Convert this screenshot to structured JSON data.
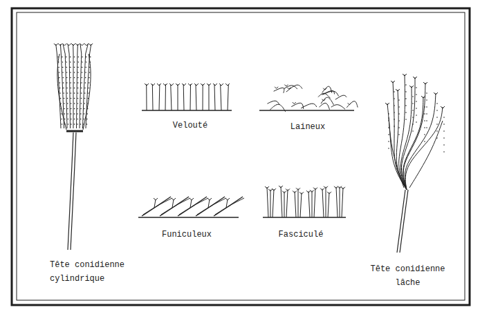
{
  "diagram": {
    "labels": [
      "Tête conidienne cylindrique",
      "Velouté",
      "Laineux",
      "Funiculeux",
      "Fasciculé",
      "Tête conidienne lâche"
    ]
  }
}
